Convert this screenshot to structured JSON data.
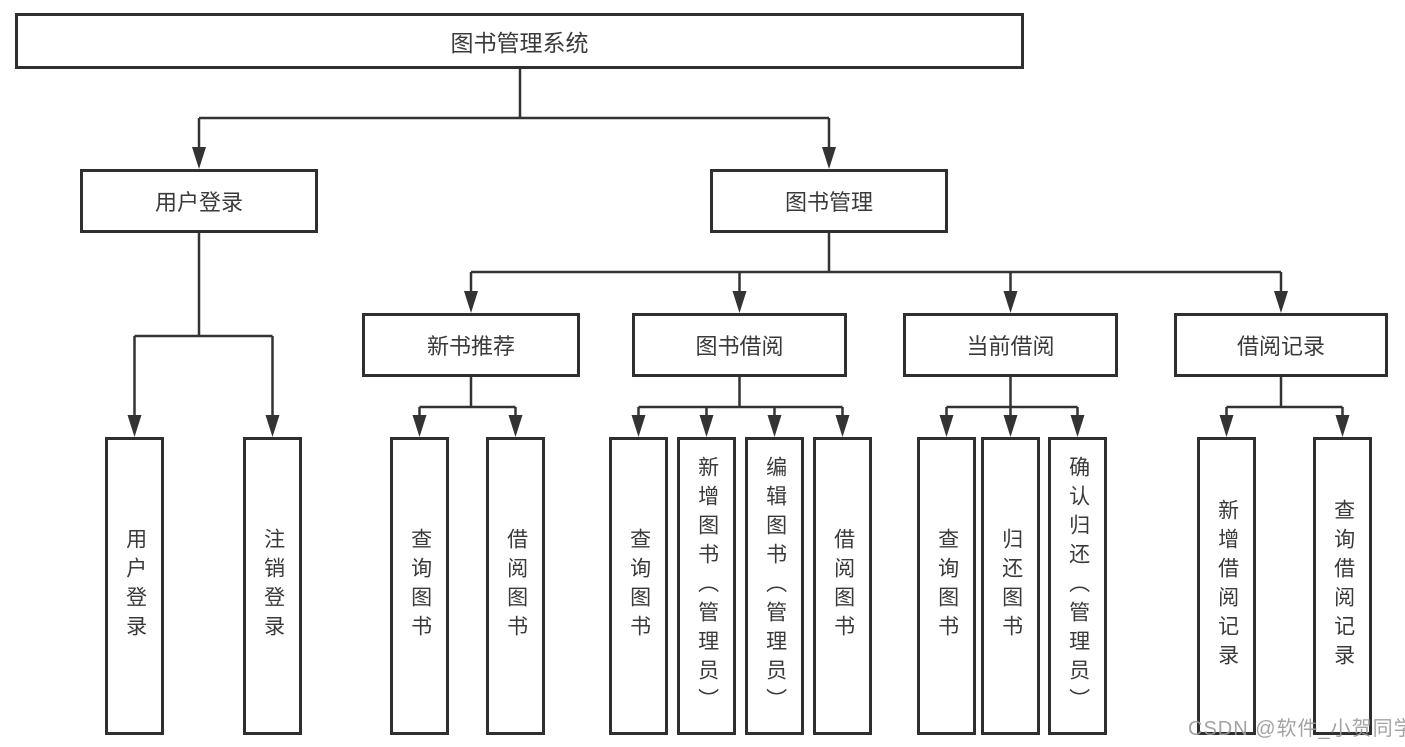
{
  "page": {
    "background": "#ffffff"
  },
  "colors": {
    "box_border": "#2f2f2f",
    "connector_line": "#333333",
    "text": "#3a3a3a",
    "watermark": "#9c9c9c"
  },
  "tree": {
    "root": {
      "label": "图书管理系统"
    },
    "level2": [
      {
        "label": "用户登录",
        "children": [
          {
            "label": "用户登录"
          },
          {
            "label": "注销登录"
          }
        ]
      },
      {
        "label": "图书管理",
        "children": [
          {
            "label": "新书推荐",
            "children": [
              {
                "label": "查询图书"
              },
              {
                "label": "借阅图书"
              }
            ]
          },
          {
            "label": "图书借阅",
            "children": [
              {
                "label": "查询图书"
              },
              {
                "label": "新增图书（管理员）"
              },
              {
                "label": "编辑图书（管理员）"
              },
              {
                "label": "借阅图书"
              }
            ]
          },
          {
            "label": "当前借阅",
            "children": [
              {
                "label": "查询图书"
              },
              {
                "label": "归还图书"
              },
              {
                "label": "确认归还（管理员）"
              }
            ]
          },
          {
            "label": "借阅记录",
            "children": [
              {
                "label": "新增借阅记录"
              },
              {
                "label": "查询借阅记录"
              }
            ]
          }
        ]
      }
    ]
  },
  "watermark": {
    "text": "CSDN @软件_小贺同学"
  }
}
